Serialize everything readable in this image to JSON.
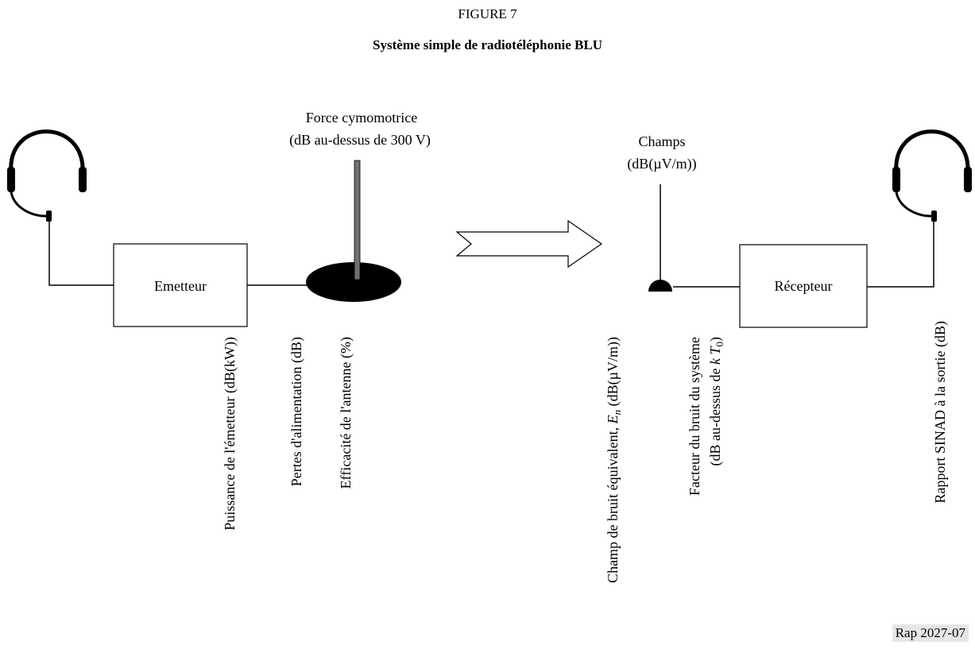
{
  "figure": {
    "number": "FIGURE 7",
    "title": "Système simple de radiotéléphonie BLU",
    "reference": "Rap 2027-07"
  },
  "blocks": {
    "transmitter": "Emetteur",
    "receiver": "Récepteur"
  },
  "annotations": {
    "cymomotive_force": {
      "line1": "Force cymomotrice",
      "line2": "(dB au-dessus de 300 V)"
    },
    "field": {
      "line1": "Champs",
      "line2": "(dB(µV/m))"
    }
  },
  "vertical_labels": {
    "tx_power": "Puissance de l'émetteur (dB(kW))",
    "feeder_loss": "Pertes d'alimentation (dB)",
    "antenna_efficiency": "Efficacité de l'antenne (%)",
    "noise_field_prefix": "Champ de bruit équivalent, ",
    "noise_field_var": "E",
    "noise_field_sub": "n",
    "noise_field_suffix": " (dB(µV/m))",
    "noise_factor_line1": "Facteur du bruit du système",
    "noise_factor_line2_prefix": "(dB au-dessus de ",
    "noise_factor_var": "k T",
    "noise_factor_sub": "0",
    "noise_factor_line2_suffix": ")",
    "sinad": "Rapport SINAD à la sortie (dB)"
  },
  "colors": {
    "line": "#000000",
    "antenna_mast": "#707070",
    "reference_bg": "#e6e6e6"
  }
}
